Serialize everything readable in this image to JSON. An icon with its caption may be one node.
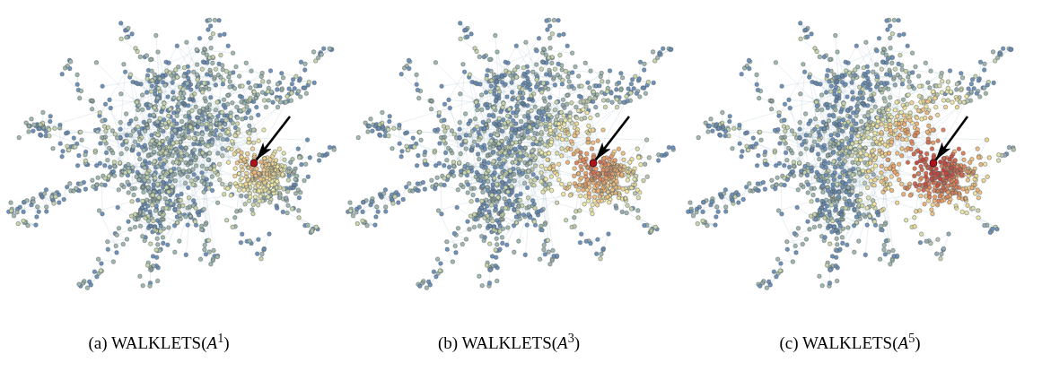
{
  "diagram": {
    "nodes": [
      {
        "text": [],
        "shape": "picture",
        "beside": [
          "(a) WALKLETS(*A*$^{1}$)"
        ]
      },
      {
        "text": [],
        "shape": "circle",
        "in": 0
      },
      {
        "text": [],
        "shape": "picture",
        "beside": [
          "(b) WALKLETS(*A*$^{3}$)"
        ]
      },
      {
        "text": [],
        "shape": "circle",
        "in": 2
      },
      {
        "text": [],
        "shape": "picture",
        "beside": [
          "(c) WALKLETS(*A*$^{5}$)"
        ]
      },
      {
        "text": [],
        "shape": "circle",
        "in": 4
      }
    ],
    "edges": [
      {
        "from": null,
        "to": 1,
        "arrow": "to"
      },
      {
        "from": null,
        "to": 3,
        "arrow": "to"
      },
      {
        "from": null,
        "to": 5,
        "arrow": "to"
      }
    ]
  }
}
